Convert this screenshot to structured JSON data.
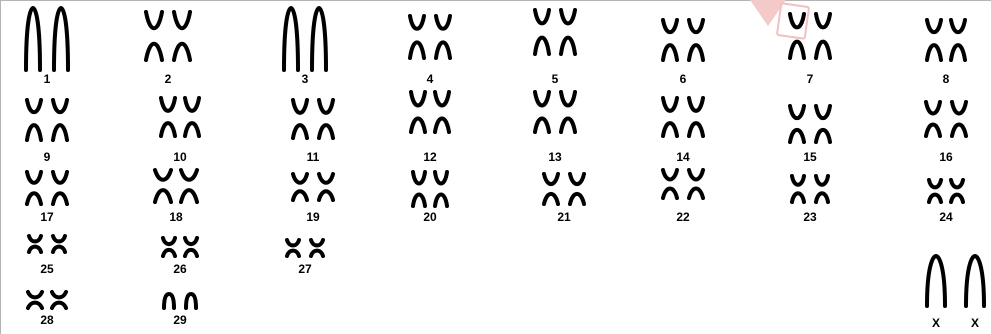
{
  "figure": {
    "chromosome_pairs": [
      {
        "label": "1"
      },
      {
        "label": "2"
      },
      {
        "label": "3"
      },
      {
        "label": "4"
      },
      {
        "label": "5"
      },
      {
        "label": "6"
      },
      {
        "label": "7"
      },
      {
        "label": "8"
      },
      {
        "label": "9"
      },
      {
        "label": "10"
      },
      {
        "label": "11"
      },
      {
        "label": "12"
      },
      {
        "label": "13"
      },
      {
        "label": "14"
      },
      {
        "label": "15"
      },
      {
        "label": "16"
      },
      {
        "label": "17"
      },
      {
        "label": "18"
      },
      {
        "label": "19"
      },
      {
        "label": "20"
      },
      {
        "label": "21"
      },
      {
        "label": "22"
      },
      {
        "label": "23"
      },
      {
        "label": "24"
      },
      {
        "label": "25"
      },
      {
        "label": "26"
      },
      {
        "label": "27"
      },
      {
        "label": "28"
      },
      {
        "label": "29"
      }
    ],
    "sex_chromosomes": {
      "label_left": "X",
      "label_right": "X"
    }
  },
  "colors": {
    "ink": "#000000",
    "background": "#ffffff",
    "watermark": "#f1c0c0"
  }
}
